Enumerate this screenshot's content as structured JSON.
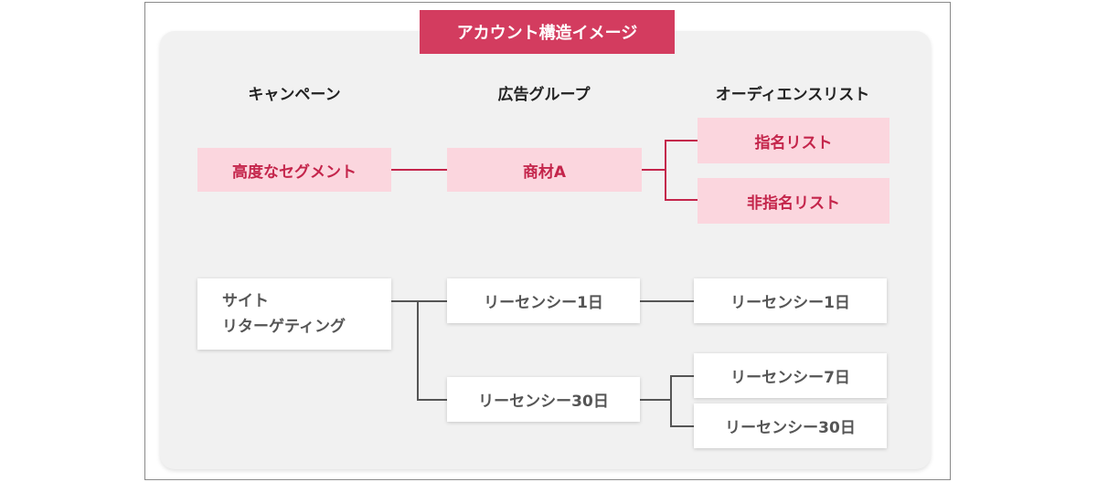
{
  "title": "アカウント構造イメージ",
  "columns": {
    "campaign": "キャンペーン",
    "ad_group": "広告グループ",
    "audience_list": "オーディエンスリスト"
  },
  "group1": {
    "campaign": "高度なセグメント",
    "ad_group": "商材A",
    "audiences": [
      "指名リスト",
      "非指名リスト"
    ]
  },
  "group2": {
    "campaign_line1": "サイト",
    "campaign_line2": "リターゲティング",
    "ad_groups": [
      "リーセンシー1日",
      "リーセンシー30日"
    ],
    "audiences": [
      "リーセンシー1日",
      "リーセンシー7日",
      "リーセンシー30日"
    ]
  },
  "colors": {
    "accent": "#d33c5f",
    "pink_box": "#fbd6de",
    "pink_text": "#c4254b",
    "gray_text": "#555555",
    "panel": "#f1f1f1"
  }
}
